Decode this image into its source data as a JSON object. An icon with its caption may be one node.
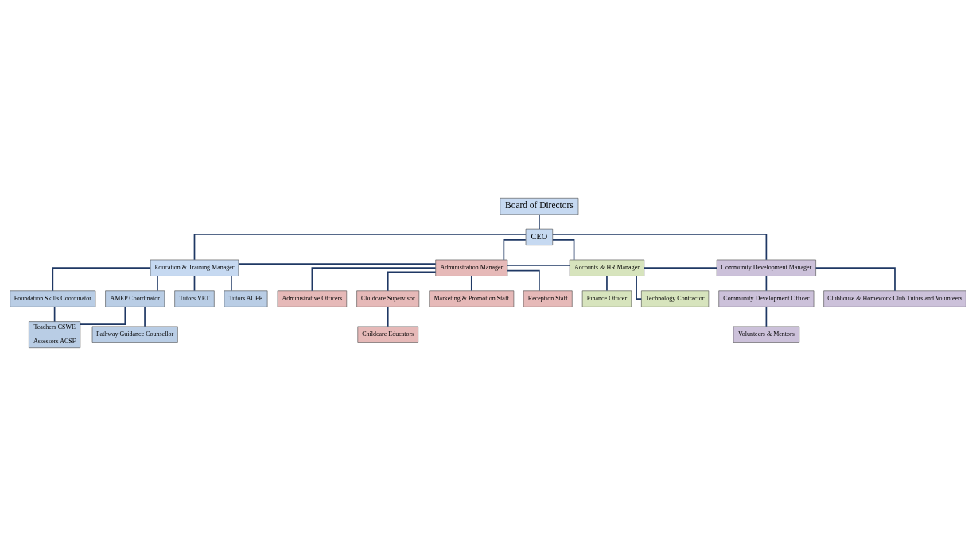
{
  "diagram": {
    "nodes": [
      {
        "text": [
          "Board of Directors"
        ]
      },
      {
        "text": [
          "CEO"
        ]
      },
      {
        "text": [
          "Education & Training Manager"
        ]
      },
      {
        "text": [
          "Administration Manager"
        ]
      },
      {
        "text": [
          "Accounts & HR Manager"
        ]
      },
      {
        "text": [
          "Community Development Manager"
        ]
      },
      {
        "text": [
          "Foundation Skills Coordinator"
        ]
      },
      {
        "text": [
          "AMEP Coordinator"
        ]
      },
      {
        "text": [
          "Tutors VET"
        ]
      },
      {
        "text": [
          "Tutors ACFE"
        ]
      },
      {
        "text": [
          "Teachers CSWE",
          "Assessors ACSF"
        ]
      },
      {
        "text": [
          "Pathway Guidance Counsellor"
        ]
      },
      {
        "text": [
          "Administrative Officers"
        ]
      },
      {
        "text": [
          "Childcare Supervisor"
        ]
      },
      {
        "text": [
          "Childcare Educators"
        ]
      },
      {
        "text": [
          "Marketing & Promotion Staff"
        ]
      },
      {
        "text": [
          "Reception Staff"
        ]
      },
      {
        "text": [
          "Finance Officer"
        ]
      },
      {
        "text": [
          "Technology Contractor"
        ]
      },
      {
        "text": [
          "Community Development Officer"
        ]
      },
      {
        "text": [
          "Volunteers & Mentors"
        ]
      },
      {
        "text": [
          "Clubhouse & Homework Club Tutors and Volunteers"
        ]
      }
    ],
    "edges": [
      {
        "from": 0,
        "to": 1,
        "arrow": "none"
      },
      {
        "from": 1,
        "to": 2,
        "arrow": "none"
      },
      {
        "from": 1,
        "to": 3,
        "arrow": "none"
      },
      {
        "from": 1,
        "to": 4,
        "arrow": "none"
      },
      {
        "from": 1,
        "to": 5,
        "arrow": "none"
      },
      {
        "from": 2,
        "to": 3,
        "arrow": "none"
      },
      {
        "from": 3,
        "to": 4,
        "arrow": "none"
      },
      {
        "from": 4,
        "to": 5,
        "arrow": "none"
      },
      {
        "from": 2,
        "to": 6,
        "arrow": "none"
      },
      {
        "from": 2,
        "to": 7,
        "arrow": "none"
      },
      {
        "from": 2,
        "to": 8,
        "arrow": "none"
      },
      {
        "from": 2,
        "to": 9,
        "arrow": "none"
      },
      {
        "from": 6,
        "to": 10,
        "arrow": "none"
      },
      {
        "from": 7,
        "to": 10,
        "arrow": "none"
      },
      {
        "from": 7,
        "to": 11,
        "arrow": "none"
      },
      {
        "from": 3,
        "to": 12,
        "arrow": "none"
      },
      {
        "from": 3,
        "to": 13,
        "arrow": "none"
      },
      {
        "from": 3,
        "to": 15,
        "arrow": "none"
      },
      {
        "from": 3,
        "to": 16,
        "arrow": "none"
      },
      {
        "from": 13,
        "to": 14,
        "arrow": "none"
      },
      {
        "from": 4,
        "to": 17,
        "arrow": "none"
      },
      {
        "from": 4,
        "to": 18,
        "arrow": "none"
      },
      {
        "from": 5,
        "to": 19,
        "arrow": "none"
      },
      {
        "from": 5,
        "to": 21,
        "arrow": "none"
      },
      {
        "from": 19,
        "to": 20,
        "arrow": "none"
      }
    ]
  }
}
